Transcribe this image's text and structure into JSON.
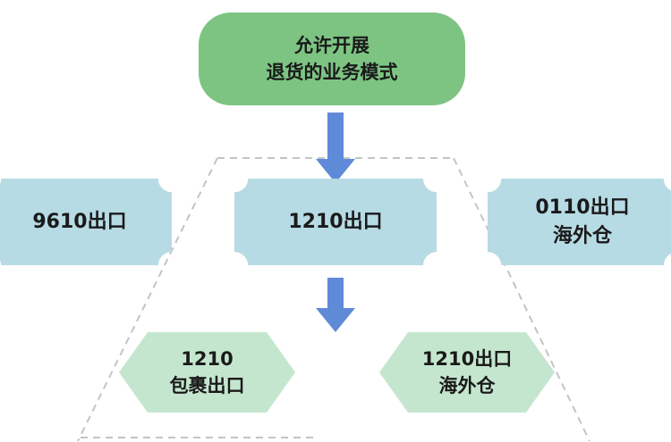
{
  "diagram": {
    "background": "#ffffff",
    "colors": {
      "top_node_fill": "#7dc483",
      "middle_node_fill": "#b7dbe4",
      "bottom_node_fill": "#c5e6ce",
      "arrow_fill": "#5f8ad8",
      "dashed_line": "#c4c4c4",
      "text": "#1a1a1a"
    },
    "nodes": {
      "top": {
        "line1": "允许开展",
        "line2": "退货的业务模式"
      },
      "middle": [
        {
          "label": "9610出口"
        },
        {
          "label": "1210出口"
        },
        {
          "line1": "0110出口",
          "line2": "海外仓"
        }
      ],
      "bottom": [
        {
          "line1": "1210",
          "line2": "包裹出口"
        },
        {
          "line1": "1210出口",
          "line2": "海外仓"
        }
      ]
    }
  }
}
